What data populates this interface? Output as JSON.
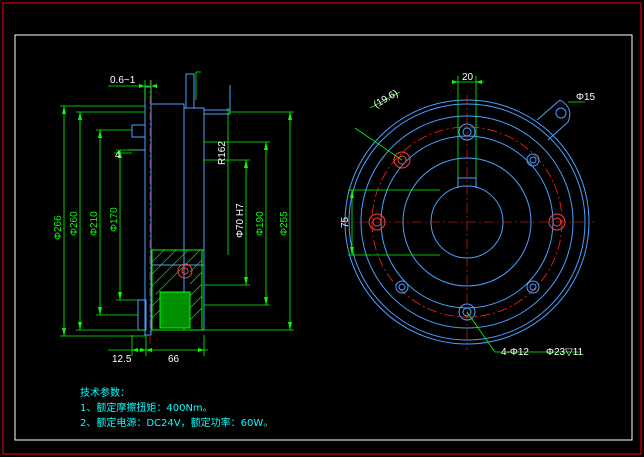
{
  "drawing": {
    "colors": {
      "background": "#000000",
      "frame_outer": "#ff0000",
      "frame_inner": "#ffffff",
      "outline": "#4aa0ff",
      "dimension": "#00ff00",
      "center_line": "#ff2020",
      "hatch": "#00ff00",
      "annotation": "#00ffff",
      "text": "#ffffff"
    },
    "section_view": {
      "dims": {
        "gap": "0.6~1",
        "chamfer": "4",
        "dia_266": "Φ266",
        "dia_260": "Φ260",
        "dia_210": "Φ210",
        "dia_170": "Φ170",
        "radius": "R162",
        "bore": "Φ70 H7",
        "dia_190": "Φ190",
        "dia_255": "Φ255",
        "left_len": "12.5",
        "width": "66"
      }
    },
    "front_view": {
      "dims": {
        "width_20": "20",
        "angle": "(19.6)",
        "pin": "Φ15",
        "height": "75",
        "holes": "4-Φ12",
        "counterbore": "Φ23▽11"
      }
    },
    "notes": {
      "title": "技术参数：",
      "line1": "1、额定摩擦扭矩：400Nm。",
      "line2": "2、额定电源：DC24V，额定功率：60W。"
    }
  }
}
